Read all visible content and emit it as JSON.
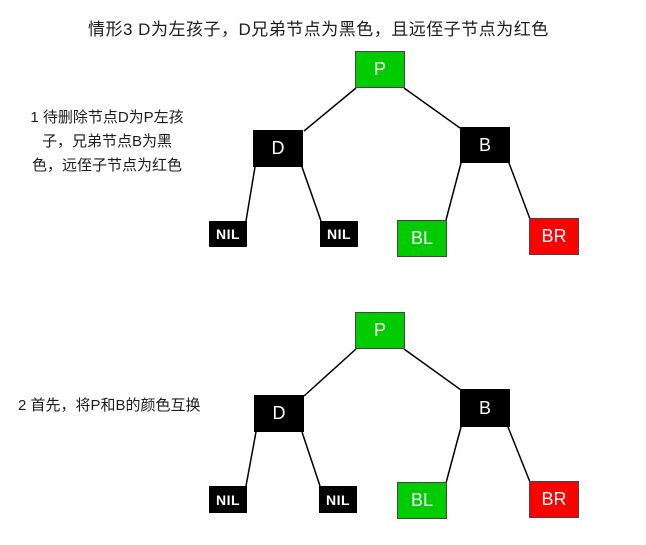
{
  "title": "情形3 D为左孩子，D兄弟节点为黑色，且远侄子节点为红色",
  "colors": {
    "node_green": "#00cc00",
    "node_red": "#ff0000",
    "node_black": "#000000",
    "node_text": "#ffffff",
    "edge": "#000000",
    "background": "#ffffff"
  },
  "steps": [
    {
      "caption_lines": [
        "1 待删除节点D为P左孩",
        "子，兄弟节点B为黑",
        "色，远侄子节点为红色"
      ],
      "nodes": [
        {
          "id": "P",
          "label": "P",
          "color": "green"
        },
        {
          "id": "D",
          "label": "D",
          "color": "black"
        },
        {
          "id": "B",
          "label": "B",
          "color": "black"
        },
        {
          "id": "NIL-left",
          "label": "NIL",
          "color": "black"
        },
        {
          "id": "NIL-right",
          "label": "NIL",
          "color": "black"
        },
        {
          "id": "BL",
          "label": "BL",
          "color": "green"
        },
        {
          "id": "BR",
          "label": "BR",
          "color": "red"
        }
      ]
    },
    {
      "caption_lines": [
        "2 首先，将P和B的颜色互换"
      ],
      "nodes": [
        {
          "id": "P",
          "label": "P",
          "color": "green"
        },
        {
          "id": "D",
          "label": "D",
          "color": "black"
        },
        {
          "id": "B",
          "label": "B",
          "color": "black"
        },
        {
          "id": "NIL-left",
          "label": "NIL",
          "color": "black"
        },
        {
          "id": "NIL-right",
          "label": "NIL",
          "color": "black"
        },
        {
          "id": "BL",
          "label": "BL",
          "color": "green"
        },
        {
          "id": "BR",
          "label": "BR",
          "color": "red"
        }
      ]
    }
  ]
}
